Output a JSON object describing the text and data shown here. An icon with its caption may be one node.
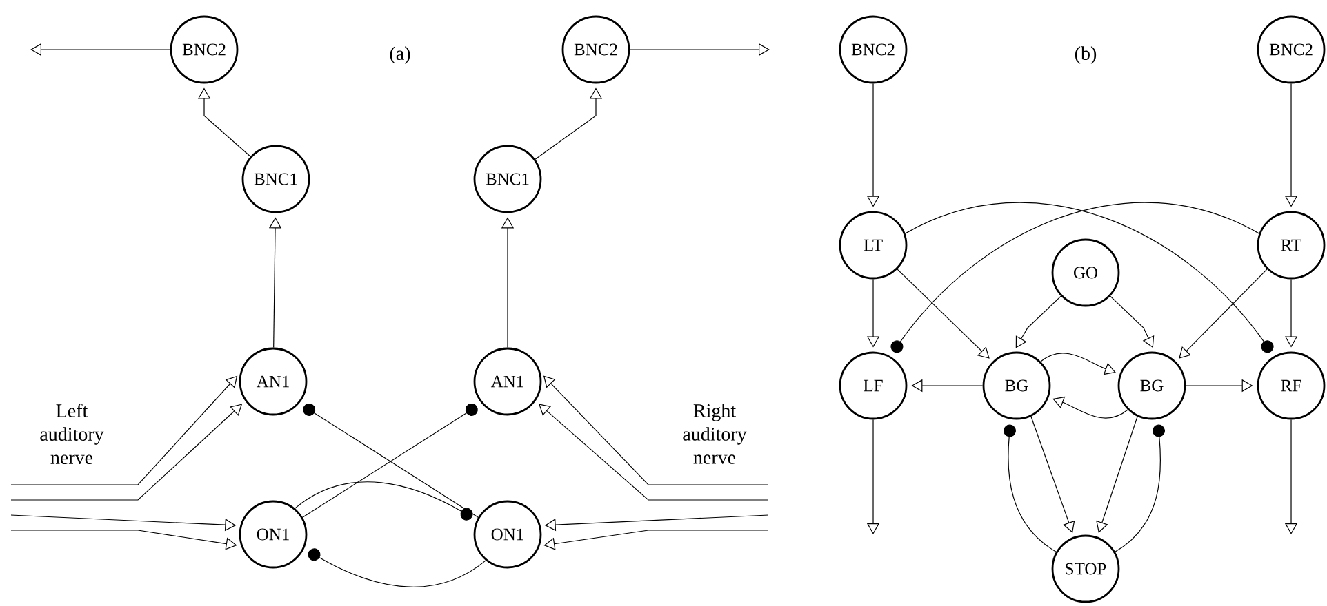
{
  "diagram": {
    "nodes": [
      {
        "text": [
          "BNC2"
        ]
      },
      {
        "text": [
          "BNC2"
        ]
      },
      {
        "text": [
          "BNC1"
        ]
      },
      {
        "text": [
          "BNC1"
        ]
      },
      {
        "text": [
          "AN1"
        ]
      },
      {
        "text": [
          "AN1"
        ]
      },
      {
        "text": [
          "ON1"
        ]
      },
      {
        "text": [
          "ON1"
        ]
      },
      {
        "text": [
          "BNC2"
        ]
      },
      {
        "text": [
          "BNC2"
        ]
      },
      {
        "text": [
          "LT"
        ]
      },
      {
        "text": [
          "RT"
        ]
      },
      {
        "text": [
          "GO"
        ]
      },
      {
        "text": [
          "LF"
        ]
      },
      {
        "text": [
          "BG"
        ]
      },
      {
        "text": [
          "BG"
        ]
      },
      {
        "text": [
          "RF"
        ]
      },
      {
        "text": [
          "STOP"
        ]
      }
    ],
    "edges": [
      {
        "from": 0,
        "to": null,
        "arrow": "to"
      },
      {
        "from": 1,
        "to": null,
        "arrow": "to"
      },
      {
        "from": 2,
        "to": 0,
        "arrow": "to"
      },
      {
        "from": 3,
        "to": 1,
        "arrow": "to"
      },
      {
        "from": 4,
        "to": 2,
        "arrow": "to"
      },
      {
        "from": 5,
        "to": 3,
        "arrow": "to"
      },
      {
        "from": null,
        "to": 4,
        "arrow": "to"
      },
      {
        "from": null,
        "to": 4,
        "arrow": "to"
      },
      {
        "from": null,
        "to": 6,
        "arrow": "to"
      },
      {
        "from": null,
        "to": 6,
        "arrow": "to"
      },
      {
        "from": null,
        "to": 5,
        "arrow": "to"
      },
      {
        "from": null,
        "to": 5,
        "arrow": "to"
      },
      {
        "from": null,
        "to": 7,
        "arrow": "to"
      },
      {
        "from": null,
        "to": 7,
        "arrow": "to"
      },
      {
        "from": 7,
        "to": 4,
        "arrow": "other"
      },
      {
        "from": 6,
        "to": 5,
        "arrow": "other"
      },
      {
        "from": 6,
        "to": 7,
        "arrow": "other"
      },
      {
        "from": 7,
        "to": 6,
        "arrow": "other"
      },
      {
        "from": 8,
        "to": 10,
        "arrow": "to"
      },
      {
        "from": 9,
        "to": 11,
        "arrow": "to"
      },
      {
        "from": 10,
        "to": 13,
        "arrow": "to"
      },
      {
        "from": 11,
        "to": 16,
        "arrow": "to"
      },
      {
        "from": 13,
        "to": null,
        "arrow": "to"
      },
      {
        "from": 16,
        "to": null,
        "arrow": "to"
      },
      {
        "from": 10,
        "to": 14,
        "arrow": "to"
      },
      {
        "from": 11,
        "to": 15,
        "arrow": "to"
      },
      {
        "from": 10,
        "to": 16,
        "arrow": "other"
      },
      {
        "from": 11,
        "to": 13,
        "arrow": "other"
      },
      {
        "from": 12,
        "to": 14,
        "arrow": "to"
      },
      {
        "from": 12,
        "to": 15,
        "arrow": "to"
      },
      {
        "from": 14,
        "to": 13,
        "arrow": "to"
      },
      {
        "from": 15,
        "to": 16,
        "arrow": "to"
      },
      {
        "from": 14,
        "to": 15,
        "arrow": "to"
      },
      {
        "from": 15,
        "to": 14,
        "arrow": "to"
      },
      {
        "from": 14,
        "to": 17,
        "arrow": "to"
      },
      {
        "from": 15,
        "to": 17,
        "arrow": "to"
      },
      {
        "from": 17,
        "to": 14,
        "arrow": "other"
      },
      {
        "from": 17,
        "to": 15,
        "arrow": "other"
      }
    ],
    "labels": [
      "(a)",
      "(b)",
      "Left auditory nerve",
      "Right auditory nerve"
    ]
  }
}
